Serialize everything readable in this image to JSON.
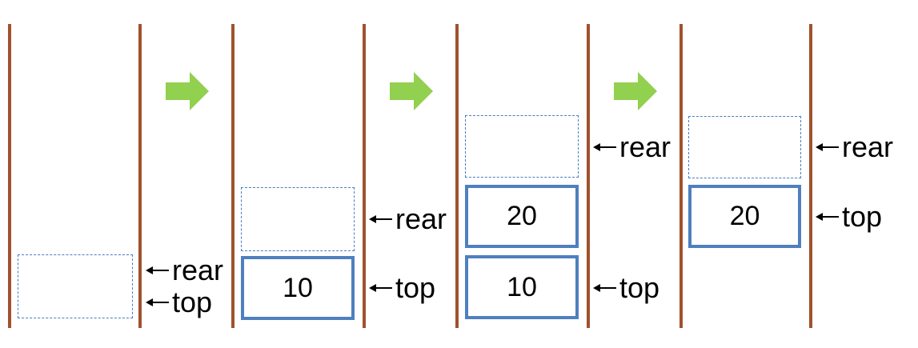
{
  "colors": {
    "wall": "#a0522d",
    "filled_border": "#4f7fbf",
    "empty_border": "#4a7dc0",
    "step_arrow": "#92d050"
  },
  "icons": {
    "step": "right-arrow-icon",
    "pointer": "left-arrow-icon"
  },
  "stages": [
    {
      "cells": [],
      "pointers": [
        "rear",
        "top"
      ]
    },
    {
      "cells": [
        "10"
      ],
      "pointers": [
        "rear",
        "top"
      ]
    },
    {
      "cells": [
        "10",
        "20"
      ],
      "pointers": [
        "rear",
        "top"
      ]
    },
    {
      "cells": [
        "20"
      ],
      "pointers": [
        "rear",
        "top"
      ]
    }
  ]
}
